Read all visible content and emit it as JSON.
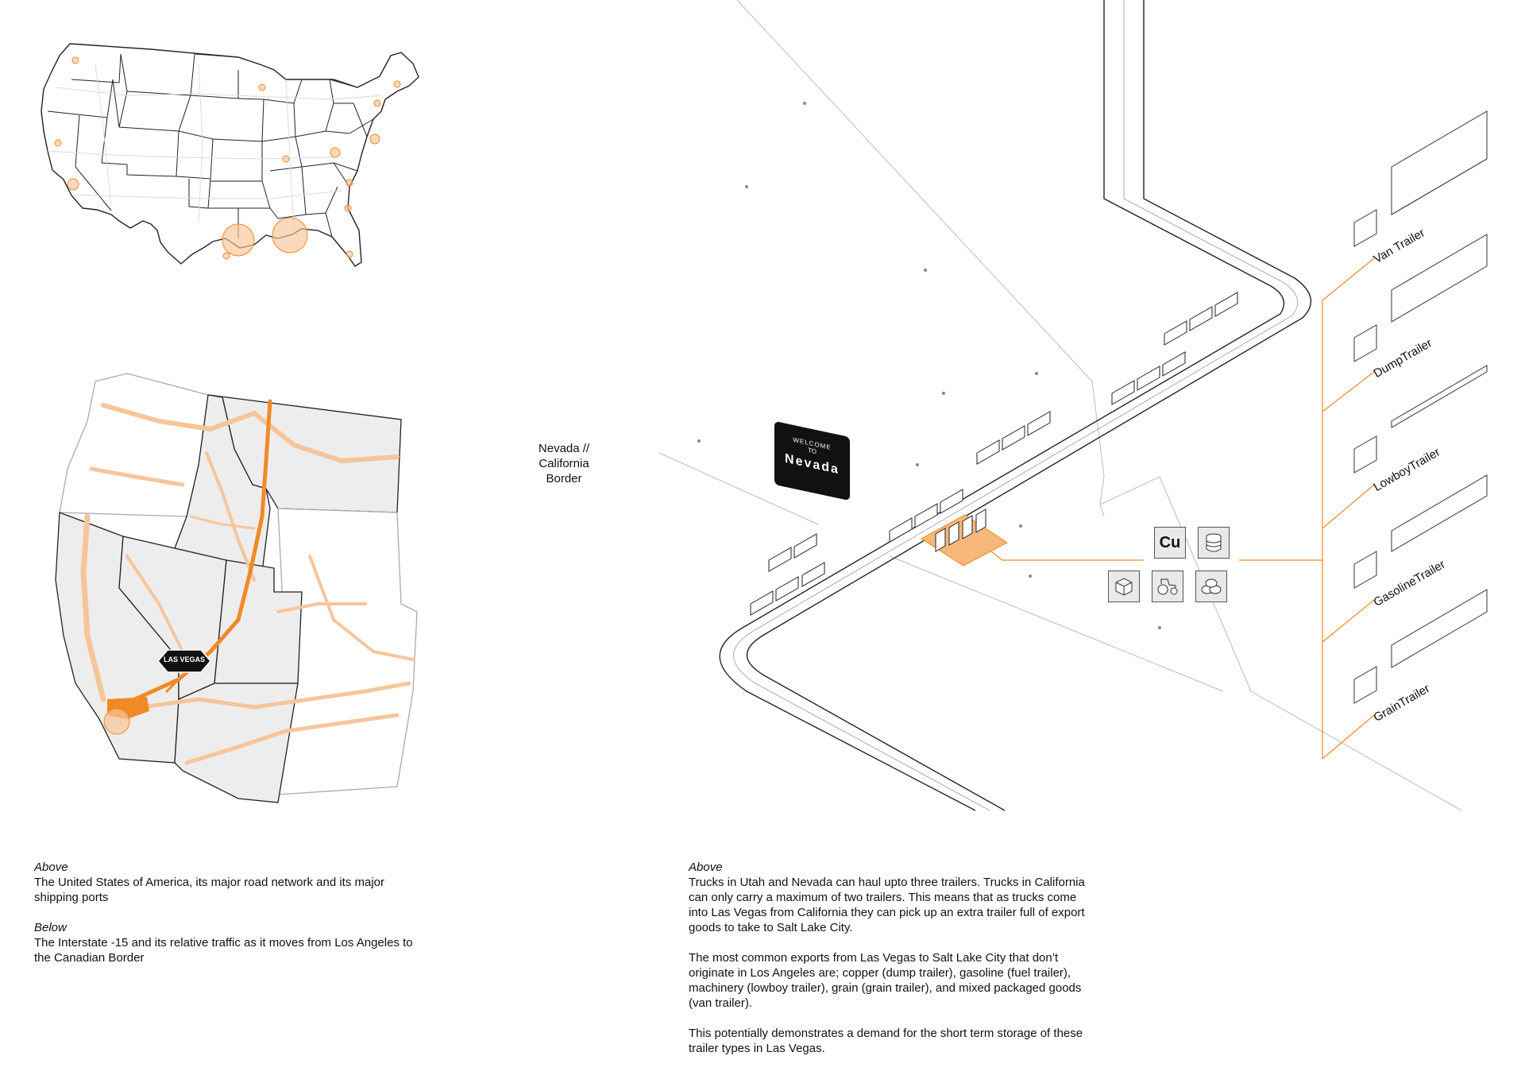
{
  "caption_left": {
    "above_heading": "Above",
    "above_text": "The United States of America, its major road network and its major shipping ports",
    "below_heading": "Below",
    "below_text": "The Interstate -15 and its relative traffic as it moves from Los Angeles to the Canadian Border"
  },
  "caption_right": {
    "heading": "Above",
    "paragraphs": [
      "Trucks in Utah and Nevada can haul upto three trailers. Trucks in California can only carry a maximum of two trailers. This means that as trucks come into Las Vegas from California they can pick up an extra trailer full of export goods to take to Salt Lake City.",
      "The most common exports from Las Vegas to Salt Lake City that don’t originate in Los Angeles are; copper (dump trailer), gasoline (fuel trailer), machinery (lowboy trailer), grain (grain trailer), and mixed packaged goods (van trailer).",
      "This potentially demonstrates a demand for the short term storage of these trailer types in Las Vegas."
    ]
  },
  "border_label": "Nevada // California Border",
  "sign": {
    "line1": "WELCOME",
    "line2": "TO",
    "line3": "Nevada"
  },
  "map_sign": {
    "text": "LAS VEGAS"
  },
  "export_icons": [
    {
      "name": "copper",
      "label": "Cu"
    },
    {
      "name": "barrel-icon",
      "label": ""
    },
    {
      "name": "package-icon",
      "label": ""
    },
    {
      "name": "tractor-icon",
      "label": ""
    },
    {
      "name": "grain-sacks-icon",
      "label": ""
    }
  ],
  "trailers": [
    {
      "label": "Van Trailer"
    },
    {
      "label": "DumpTrailer"
    },
    {
      "label": "LowboyTrailer"
    },
    {
      "label": "GasolineTrailer"
    },
    {
      "label": "GrainTrailer"
    }
  ],
  "colors": {
    "accent": "#f08a24",
    "accent_light": "#f7c59a",
    "state_fill": "#ededed",
    "line": "#222222"
  }
}
